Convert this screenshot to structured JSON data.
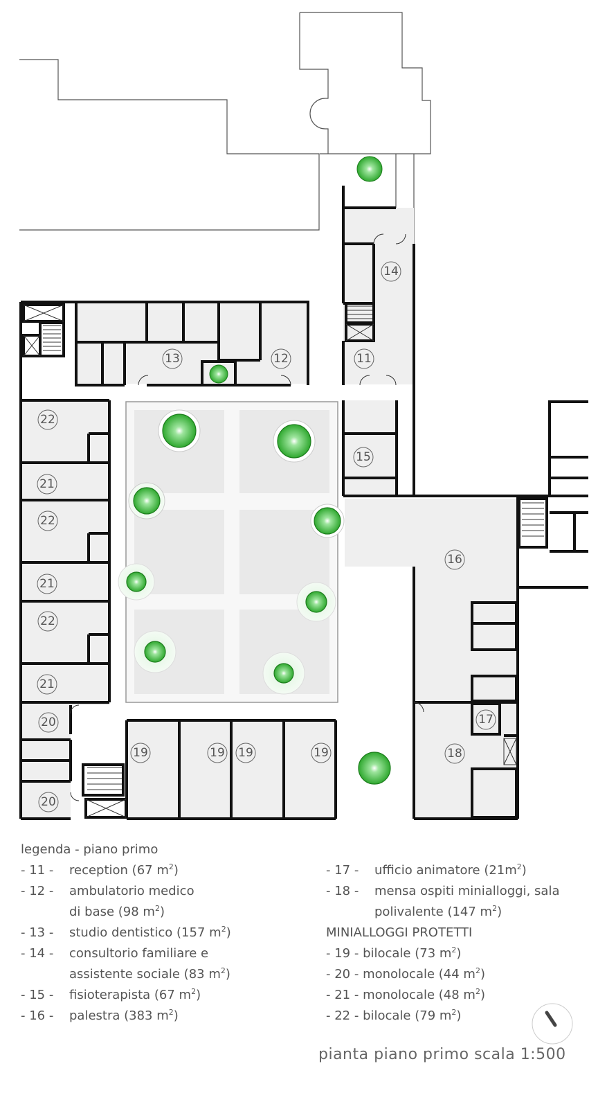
{
  "rooms": [
    {
      "num": "11"
    },
    {
      "num": "12"
    },
    {
      "num": "13"
    },
    {
      "num": "14"
    },
    {
      "num": "15"
    },
    {
      "num": "16"
    },
    {
      "num": "17"
    },
    {
      "num": "18"
    },
    {
      "num": "19"
    },
    {
      "num": "20"
    },
    {
      "num": "21"
    },
    {
      "num": "22"
    }
  ],
  "room_labels": [
    "14",
    "13",
    "12",
    "11",
    "15",
    "16",
    "17",
    "18",
    "22",
    "21",
    "22",
    "21",
    "22",
    "21",
    "20",
    "20",
    "19",
    "19",
    "19",
    "19"
  ],
  "legend": {
    "title": "legenda - piano primo",
    "left": [
      {
        "num": "- 11 -",
        "text": "reception (67 m",
        "sup": "2",
        "after": ")"
      },
      {
        "num": "- 12 -",
        "text": "ambulatorio medico",
        "sup": "",
        "after": ""
      },
      {
        "num": "",
        "text": "di base (98 m",
        "sup": "2",
        "after": ")"
      },
      {
        "num": "- 13 -",
        "text": "studio dentistico (157 m",
        "sup": "2",
        "after": ")"
      },
      {
        "num": "- 14 -",
        "text": "consultorio familiare e",
        "sup": "",
        "after": ""
      },
      {
        "num": "",
        "text": "assistente sociale (83 m",
        "sup": "2",
        "after": ")"
      },
      {
        "num": "- 15 -",
        "text": "fisioterapista (67 m",
        "sup": "2",
        "after": ")"
      },
      {
        "num": "- 16 -",
        "text": "palestra (383 m",
        "sup": "2",
        "after": ")"
      }
    ],
    "right": [
      {
        "num": "- 17 -",
        "text": "ufficio animatore (21m",
        "sup": "2",
        "after": ")"
      },
      {
        "num": "- 18 -",
        "text": "mensa ospiti minialloggi, sala",
        "sup": "",
        "after": ""
      },
      {
        "num": "",
        "text": "polivalente (147 m",
        "sup": "2",
        "after": ")"
      }
    ],
    "section_title": "MINIALLOGGI PROTETTI",
    "right2": [
      {
        "num": "- 19 - ",
        "text": "bilocale (73 m",
        "sup": "2",
        "after": ")"
      },
      {
        "num": "- 20 - ",
        "text": "monolocale (44 m",
        "sup": "2",
        "after": ")"
      },
      {
        "num": "- 21 - ",
        "text": "monolocale (48 m",
        "sup": "2",
        "after": ")"
      },
      {
        "num": "- 22 - ",
        "text": "bilocale (79 m",
        "sup": "2",
        "after": ")"
      }
    ]
  },
  "caption": "pianta piano primo scala 1:500",
  "colors": {
    "wall": "#111111",
    "floor": "#eeeeee",
    "tree": "#3db83d",
    "text": "#555555"
  }
}
